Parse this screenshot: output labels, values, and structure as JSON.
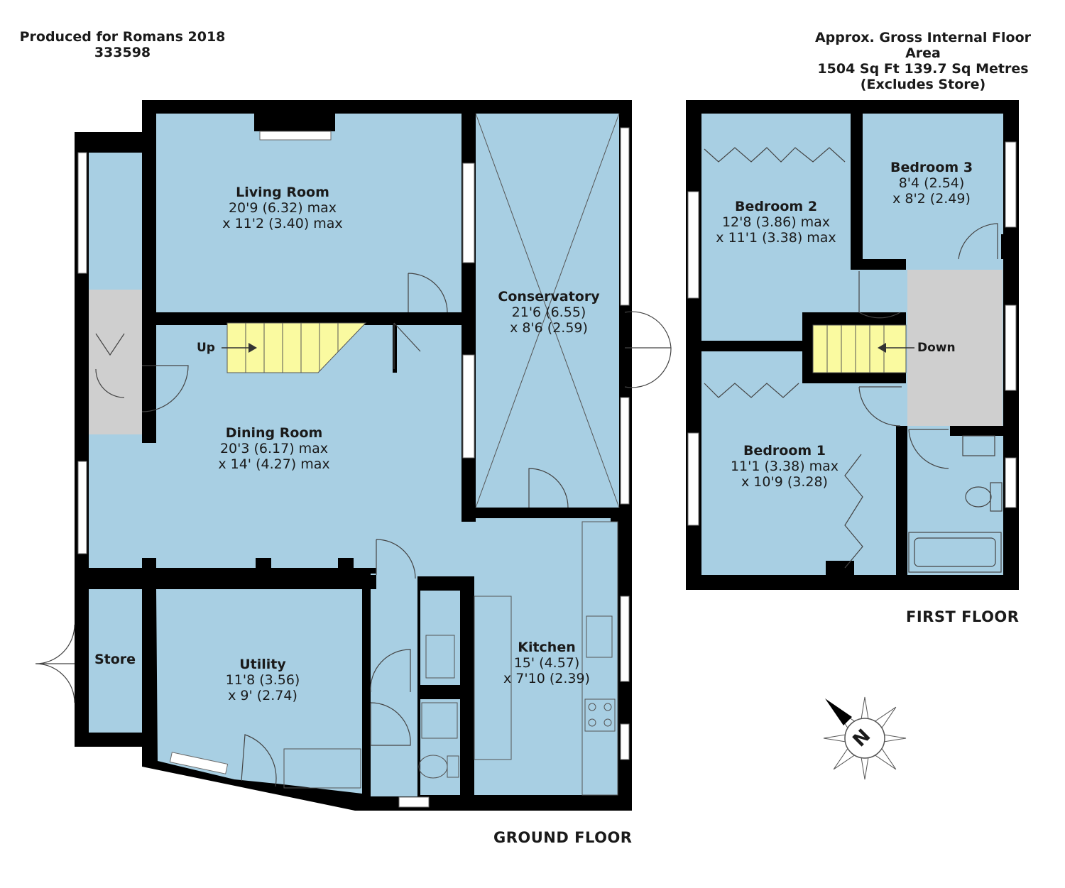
{
  "header": {
    "produced_for": "Produced for Romans 2018",
    "ref": "333598",
    "area_title": "Approx. Gross Internal Floor Area",
    "area_value": "1504 Sq Ft 139.7 Sq Metres",
    "area_note": "(Excludes Store)"
  },
  "colors": {
    "room": "#a8cfe3",
    "wall": "#000000",
    "stairs": "#fafaa0",
    "hall": "#cfcfcf",
    "text": "#1a1a1a"
  },
  "ground_floor": {
    "label": "GROUND FLOOR",
    "rooms": [
      {
        "name": "Living Room",
        "dim1": "20'9 (6.32) max",
        "dim2": "x 11'2 (3.40) max"
      },
      {
        "name": "Conservatory",
        "dim1": "21'6 (6.55)",
        "dim2": "x 8'6 (2.59)"
      },
      {
        "name": "Dining Room",
        "dim1": "20'3 (6.17) max",
        "dim2": "x 14' (4.27) max"
      },
      {
        "name": "Kitchen",
        "dim1": "15' (4.57)",
        "dim2": "x 7'10 (2.39)"
      },
      {
        "name": "Utility",
        "dim1": "11'8 (3.56)",
        "dim2": "x 9' (2.74)"
      },
      {
        "name": "Store"
      }
    ],
    "stairs_label": "Up"
  },
  "first_floor": {
    "label": "FIRST FLOOR",
    "rooms": [
      {
        "name": "Bedroom 2",
        "dim1": "12'8 (3.86) max",
        "dim2": "x 11'1 (3.38) max"
      },
      {
        "name": "Bedroom 3",
        "dim1": "8'4 (2.54)",
        "dim2": "x 8'2 (2.49)"
      },
      {
        "name": "Bedroom 1",
        "dim1": "11'1 (3.38) max",
        "dim2": "x 10'9 (3.28)"
      }
    ],
    "stairs_label": "Down"
  },
  "compass": {
    "letter": "N",
    "icon": "compass-icon"
  }
}
